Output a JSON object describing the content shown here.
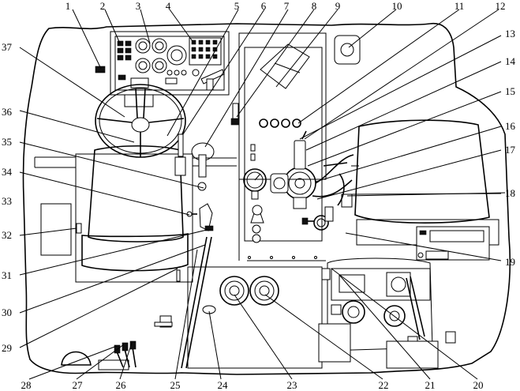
{
  "callouts": {
    "left": [
      "37",
      "36",
      "35",
      "34",
      "33",
      "32",
      "31",
      "30",
      "29"
    ],
    "top": [
      "1",
      "2",
      "3",
      "4",
      "5",
      "6",
      "7",
      "8",
      "9",
      "10",
      "11",
      "12"
    ],
    "right": [
      "13",
      "14",
      "15",
      "16",
      "17",
      "18",
      "19"
    ],
    "bottom": [
      "28",
      "27",
      "26",
      "25",
      "24",
      "23",
      "22",
      "21",
      "20"
    ]
  }
}
